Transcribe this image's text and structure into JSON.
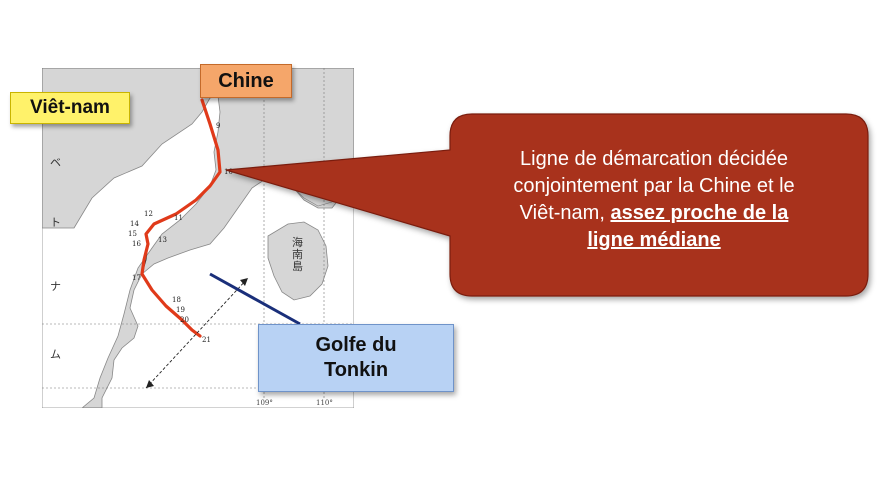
{
  "labels": {
    "vietnam": "Viêt-nam",
    "chine": "Chine",
    "golfe_line1": "Golfe du",
    "golfe_line2": "Tonkin"
  },
  "callout": {
    "line1": "Ligne de démarcation décidée",
    "line2": "conjointement par la Chine et le",
    "line3_plain": "Viêt-nam, ",
    "line3_emph": "assez proche de la",
    "line4_emph": "ligne médiane",
    "fill_color": "#a8321e"
  },
  "map": {
    "boundary_color": "#e03a1a",
    "point_labels": [
      "9",
      "10",
      "11",
      "12",
      "13",
      "14",
      "15",
      "16",
      "17",
      "18",
      "19",
      "20",
      "21"
    ],
    "side_glyphs": [
      "ベ",
      "ト",
      "ナ",
      "ム"
    ],
    "island_glyphs": [
      "海",
      "南",
      "島"
    ],
    "longitude_labels": [
      "109°",
      "110°"
    ]
  }
}
